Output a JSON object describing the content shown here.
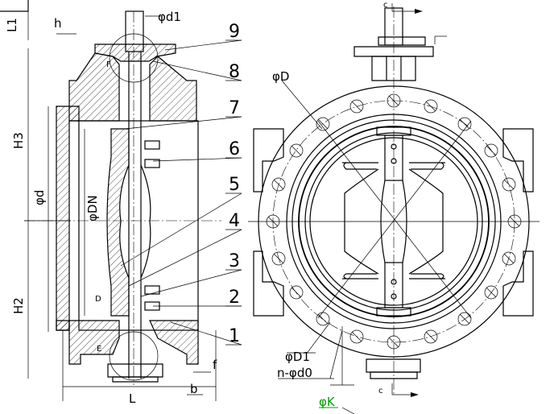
{
  "left_view": {
    "dims": {
      "L1": "L1",
      "h": "h",
      "phi_d1": "φd1",
      "H3": "H3",
      "H2": "H2",
      "phi_d": "φd",
      "phi_DN": "φDN",
      "L": "L",
      "b": "b",
      "f": "f"
    },
    "letters": {
      "F": "F",
      "D": "D",
      "E": "E"
    },
    "callouts": [
      "9",
      "8",
      "7",
      "6",
      "5",
      "4",
      "3",
      "2",
      "1"
    ]
  },
  "right_view": {
    "labels": {
      "c_top": "c",
      "c_bottom": "c",
      "phi_D": "φD",
      "phi_D1": "φD1",
      "n_phi_d0": "n-φd0",
      "phi_K": "φK"
    }
  },
  "colors": {
    "line": "#000000",
    "accent": "#00a000"
  }
}
